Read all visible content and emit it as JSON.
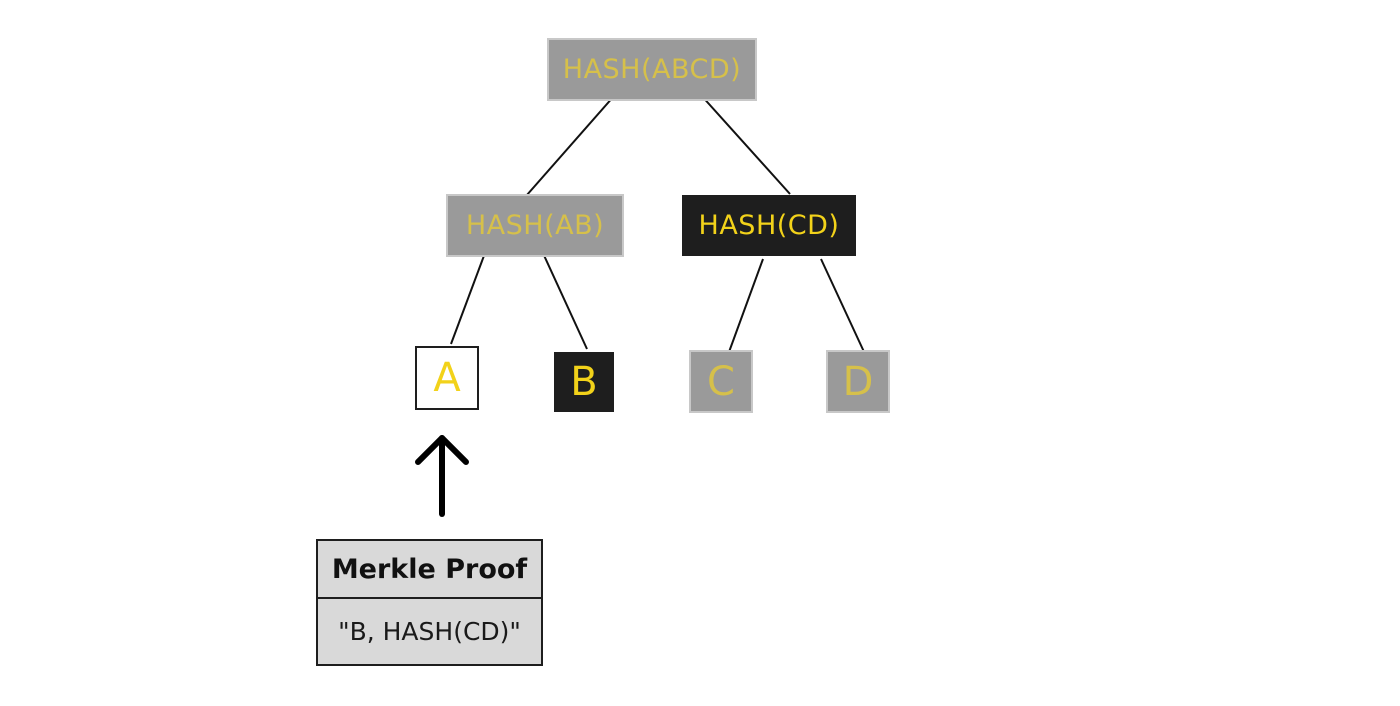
{
  "tree": {
    "root": {
      "label": "HASH(ABCD)"
    },
    "left_inner": {
      "label": "HASH(AB)"
    },
    "right_inner": {
      "label": "HASH(CD)"
    },
    "leaves": [
      {
        "label": "A"
      },
      {
        "label": "B"
      },
      {
        "label": "C"
      },
      {
        "label": "D"
      }
    ]
  },
  "proof": {
    "title": "Merkle Proof",
    "value": "\"B, HASH(CD)\""
  },
  "colors": {
    "gray_node": "#9a9a9a",
    "black_node": "#1e1e1e",
    "yellow_text": "#f2d21a",
    "muted_yellow_text": "#d6c04a",
    "proof_bg": "#d9d9d9"
  }
}
